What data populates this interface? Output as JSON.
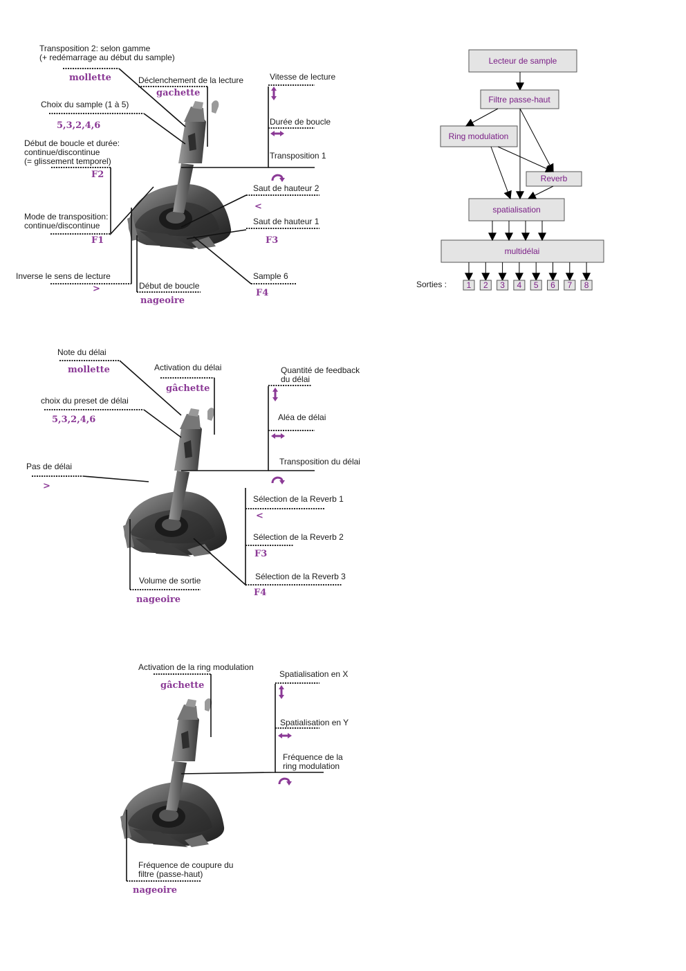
{
  "panel1": {
    "transposition_mode_line1": "Transposition 2: selon gamme",
    "transposition_mode_line2": "(+ redémarrage au début du sample)",
    "mollette": "mollette",
    "trigger_label": "Déclenchement de la lecture",
    "gachette": "gachette",
    "sample_choice": "Choix du sample (1 à 5)",
    "keys_53246": "5,3,2,4,6",
    "loop_line1": "Début de boucle et durée:",
    "loop_line2": "continue/discontinue",
    "loop_line3": "(= glissement temporel)",
    "f2": "F2",
    "mode_line1": "Mode de transposition:",
    "mode_line2": "continue/discontinue",
    "f1": "F1",
    "reverse": "Inverse le sens de lecture",
    "gt": ">",
    "loop_start": "Début de boucle",
    "nageoire": "nageoire",
    "speed": "Vitesse de lecture",
    "loop_duration": "Durée de boucle",
    "transposition1": "Transposition 1",
    "pitch_jump2": "Saut de hauteur 2",
    "lt": "<",
    "pitch_jump1": "Saut de hauteur 1",
    "f3": "F3",
    "sample6": "Sample 6",
    "f4": "F4"
  },
  "panel2": {
    "delay_note": "Note du délai",
    "mollette": "mollette",
    "delay_activation": "Activation du délai",
    "gachette": "gâchette",
    "preset_choice": "choix du preset de délai",
    "keys_53246": "5,3,2,4,6",
    "delay_step": "Pas de délai",
    "gt": ">",
    "feedback_line1": "Quantité de feedback",
    "feedback_line2": "du délai",
    "delay_random": "Aléa de délai",
    "delay_transposition": "Transposition du délai",
    "reverb1": "Sélection de la Reverb 1",
    "lt": "<",
    "reverb2": "Sélection de la Reverb 2",
    "f3": "F3",
    "reverb3": "Sélection de la Reverb 3",
    "f4": "F4",
    "output_volume": "Volume de sortie",
    "nageoire": "nageoire"
  },
  "panel3": {
    "ring_activation": "Activation de la ring modulation",
    "gachette": "gâchette",
    "spat_x": "Spatialisation en X",
    "spat_y": "Spatialisation en Y",
    "ring_freq_line1": "Fréquence de la",
    "ring_freq_line2": "ring modulation",
    "cutoff_line1": "Fréquence de coupure du",
    "cutoff_line2": "filtre (passe-haut)",
    "nageoire": "nageoire"
  },
  "flow": {
    "sample_player": "Lecteur de sample",
    "highpass": "Filtre passe-haut",
    "ring_mod": "Ring modulation",
    "reverb": "Reverb",
    "spatialisation": "spatialisation",
    "multidelay": "multidélai",
    "outputs_label": "Sorties :",
    "outputs": [
      "1",
      "2",
      "3",
      "4",
      "5",
      "6",
      "7",
      "8"
    ]
  },
  "colors": {
    "accent": "#8b3a96",
    "box_fill": "#e4e4e4",
    "box_text": "#7a1f86"
  },
  "icons": {
    "vertical_axis": "up-down-arrow-icon",
    "horizontal_axis": "left-right-arrow-icon",
    "twist_axis": "curved-arrow-icon",
    "device": "joystick-icon"
  }
}
